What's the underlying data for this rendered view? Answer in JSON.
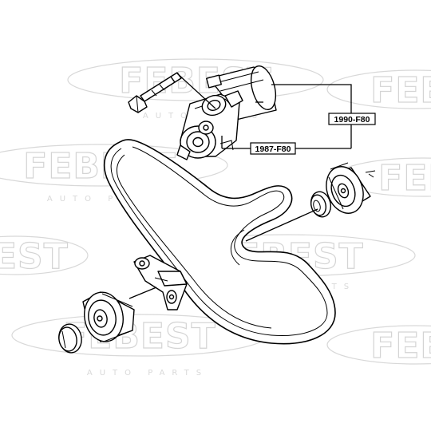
{
  "watermark": {
    "brand": "FEBEST",
    "tagline": "AUTO PARTS"
  },
  "callouts": {
    "tensioner_assembly": "1990-F80",
    "tensioner_pulley": "1987-F80"
  },
  "colors": {
    "line": "#000000",
    "watermark": "#d4d4d4",
    "background": "#ffffff"
  }
}
